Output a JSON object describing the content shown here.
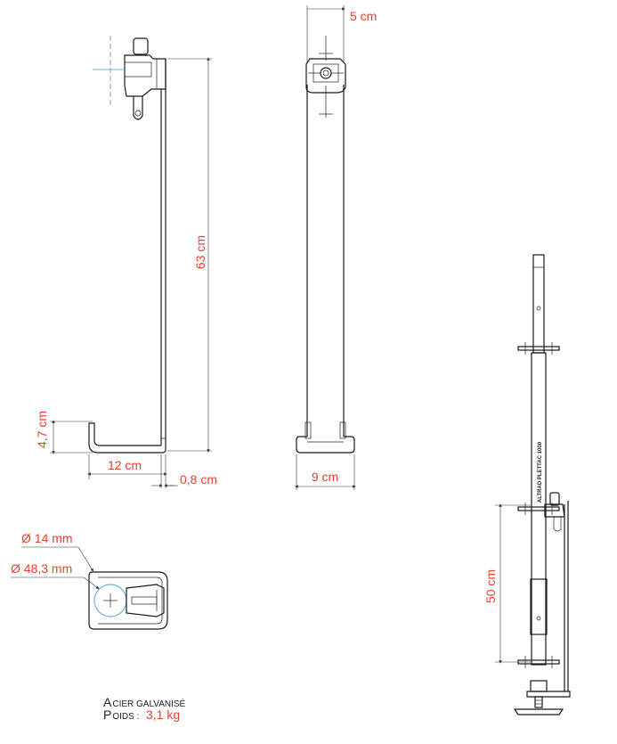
{
  "colors": {
    "dimension": "#e8412c",
    "line": "#1a1a1a",
    "pipe": "#6fb3d8"
  },
  "dimensions": {
    "top_width": "5 cm",
    "height": "63 cm",
    "hook_height": "4,7 cm",
    "hook_width": "12 cm",
    "thickness": "0,8 cm",
    "front_width": "9 cm",
    "bolt_diameter": "Ø 14 mm",
    "tube_diameter": "Ø 48,3 mm",
    "spacing": "50 cm"
  },
  "product_label": "ALTRAD PLETTAC 1000",
  "material": {
    "line1_cap": "A",
    "line1_rest": "CIER GALVANISÉ",
    "line2_cap": "P",
    "line2_rest": "OIDS :",
    "weight": "3,1 kg"
  }
}
